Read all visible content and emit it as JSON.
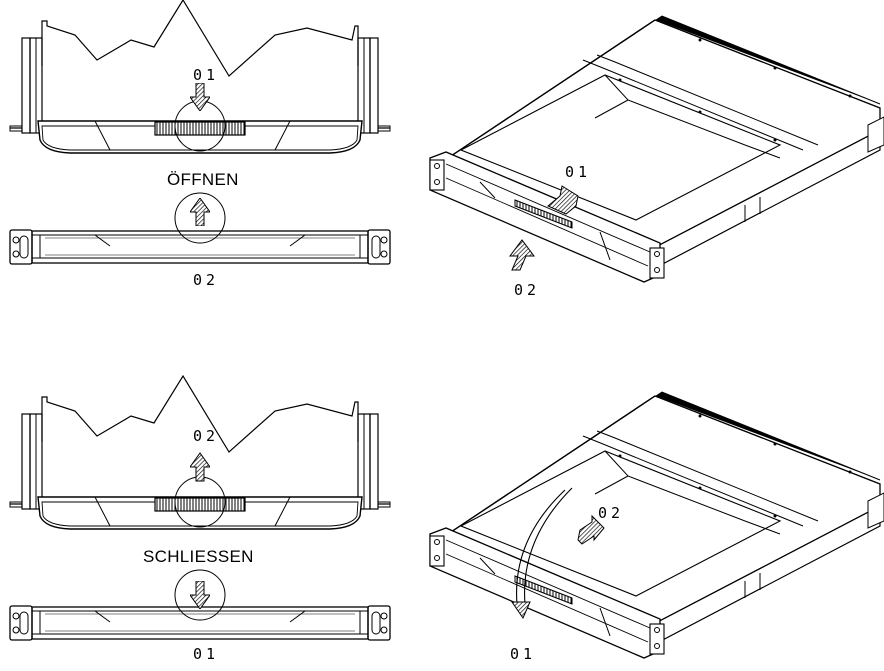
{
  "sections": [
    {
      "heading": "ÖFFNEN",
      "steps": {
        "front_top": "01",
        "front_bottom": "02",
        "iso_release": "01",
        "iso_push": "02"
      }
    },
    {
      "heading": "SCHLIESSEN",
      "steps": {
        "front_top": "02",
        "front_bottom": "01",
        "iso_release": "01",
        "iso_push": "02"
      }
    }
  ],
  "icons": {
    "arrow": "hatched-arrow-icon",
    "magnifier": "magnifier-circle-icon"
  },
  "colors": {
    "line": "#000000",
    "background": "#ffffff"
  }
}
